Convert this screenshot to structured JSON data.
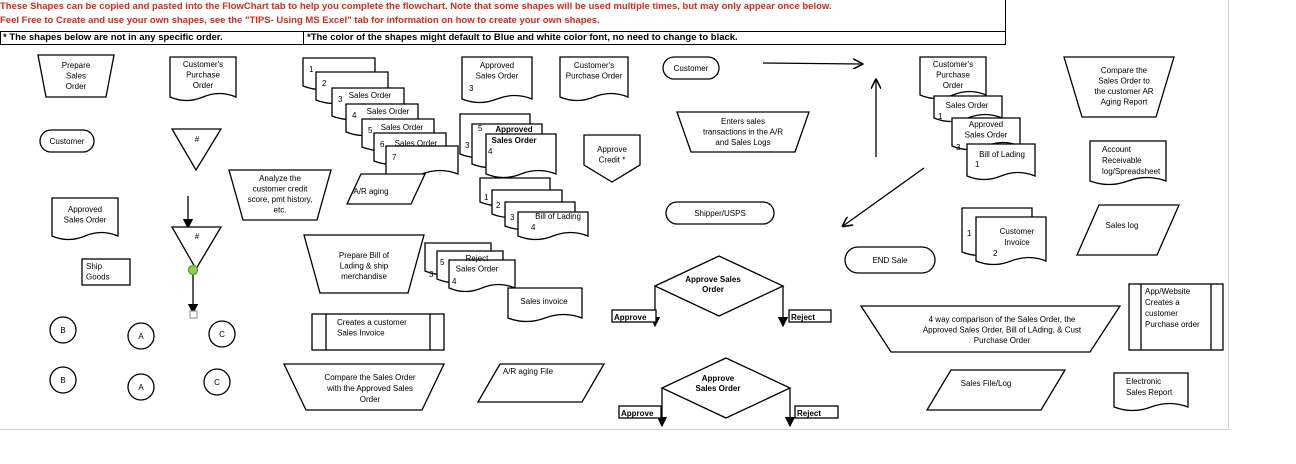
{
  "header": {
    "line1": "These Shapes can be copied and pasted into the FlowChart tab to help you complete the flowchart. Note that some shapes will be used multiple times, but may only appear once below.",
    "line2": "Feel Free to Create and use your own shapes, see the \"TIPS- Using MS Excel\" tab for information on how to create your own shapes.",
    "note_left": "* The shapes below are not in any specific order.",
    "note_right": "*The color of the shapes might default to Blue and white color font, no need to change to black."
  },
  "shapes": {
    "prepare_sales_order": [
      "Prepare",
      "Sales",
      "Order"
    ],
    "customer_po_1": [
      "Customer's",
      "Purchase",
      "Order"
    ],
    "sales_order_stack": [
      "Sales Order",
      "Sales Order",
      "Sales Order",
      "Sales Order"
    ],
    "approved_so_doc": [
      "Approved",
      "Sales Order"
    ],
    "customer_po_2": [
      "Customer's",
      "Purchase Order"
    ],
    "customer_oval_1": "Customer",
    "customer_po_3": [
      "Customer's",
      "Purchase",
      "Order"
    ],
    "sales_order_3": "Sales Order",
    "approved_so_3": [
      "Approved",
      "Sales Order"
    ],
    "bill_of_lading_3": "Bill of Lading",
    "compare_ar": [
      "Compare the",
      "Sales Order to",
      "the customer AR",
      "Aging Report"
    ],
    "customer_oval_2": "Customer",
    "hash_1": "#",
    "approved_so_stack": [
      "Approved",
      "Sales Order"
    ],
    "approve_credit": [
      "Approve",
      "Credit *"
    ],
    "enters_sales": [
      "Enters sales",
      "transactions in the A/R",
      "and Sales Logs"
    ],
    "account_receivable": [
      "Account",
      "Receivable",
      "log/Spreadsheet"
    ],
    "analyze_credit": [
      "Analyze the",
      "customer credit",
      "score, pmt history,",
      "etc."
    ],
    "ar_aging": "A/R aging",
    "bill_of_lading_stack": "Bill of Lading",
    "shipper_usps": "Shipper/USPS",
    "approved_so_left": [
      "Approved",
      "Sales Order"
    ],
    "hash_2": "#",
    "prepare_bol": [
      "Prepare Bill of",
      "Lading & ship",
      "merchandise"
    ],
    "reject_so": [
      "Reject",
      "Sales Order"
    ],
    "end_sale": "END Sale",
    "customer_invoice": [
      "Customer",
      "Invoice"
    ],
    "sales_log": "Sales log",
    "ship_goods": [
      "Ship",
      "Goods"
    ],
    "approve_so_diamond_1": [
      "Approve Sales",
      "Order"
    ],
    "approve_label_1": "Approve",
    "reject_label_1": "Reject",
    "sales_invoice": "Sales invoice",
    "app_website": [
      "App/Website",
      "Creates a",
      "customer",
      "Purchase order"
    ],
    "creates_invoice": [
      "Creates a customer",
      "Sales Invoice"
    ],
    "four_way": [
      "4 way comparison of the Sales Order, the",
      "Approved Sales Order, Bill of LAding, & Cust",
      "Purchase Order"
    ],
    "connector_b": "B",
    "connector_a": "A",
    "connector_c": "C",
    "compare_approved": [
      "Compare the Sales Order",
      "with the Approved Sales",
      "Order"
    ],
    "ar_aging_file": "A/R aging File",
    "approve_so_diamond_2": [
      "Approve",
      "Sales Order"
    ],
    "approve_label_2": "Approve",
    "reject_label_2": "Reject",
    "sales_file_log": "Sales File/Log",
    "electronic_report": [
      "Electronic",
      "Sales Report"
    ],
    "stack_numbers_a": [
      "1",
      "2",
      "3",
      "4",
      "5",
      "6",
      "7"
    ],
    "stack_numbers_b": [
      "1",
      "2",
      "3",
      "4"
    ],
    "stack_numbers_c": [
      "1",
      "2",
      "3"
    ],
    "stack_numbers_d": [
      "1",
      "2"
    ]
  }
}
